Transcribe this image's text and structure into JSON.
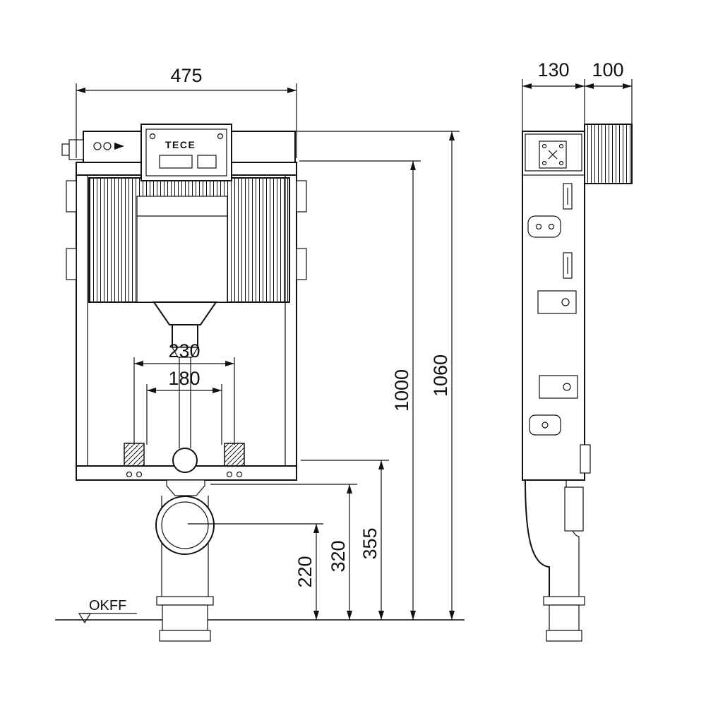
{
  "drawing": {
    "brand_logo": "TECE",
    "ground_label": "OKFF",
    "front_view": {
      "dim_width": "475",
      "dim_total_height": "1060",
      "dim_frame_height": "1000",
      "dim_anchor_outer": "230",
      "dim_anchor_inner": "180",
      "dim_outlet_height": "355",
      "dim_mid_height": "320",
      "dim_drain_height": "220"
    },
    "side_view": {
      "dim_depth": "130",
      "dim_rail_depth": "100"
    },
    "colors": {
      "line": "#111111",
      "background": "#ffffff"
    }
  }
}
